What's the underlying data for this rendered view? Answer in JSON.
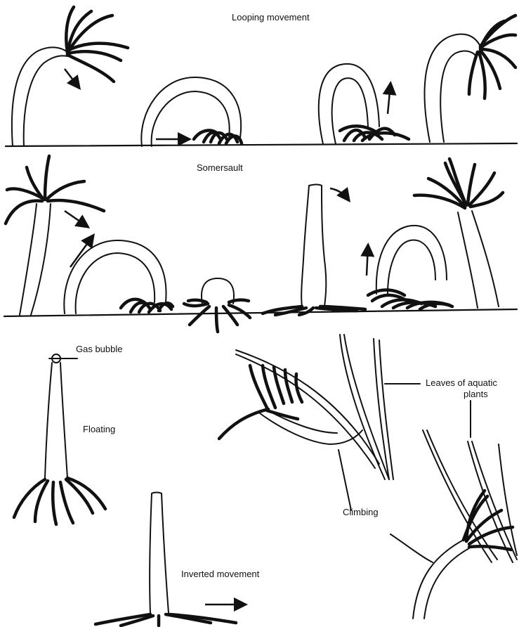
{
  "labels": {
    "looping": "Looping movement",
    "somersault": "Somersault",
    "gas_bubble": "Gas bubble",
    "floating": "Floating",
    "inverted": "Inverted movement",
    "climbing": "Climbing",
    "leaves_line1": "Leaves of aquatic",
    "leaves_line2": "plants"
  },
  "colors": {
    "ink": "#111111",
    "background": "#ffffff"
  }
}
